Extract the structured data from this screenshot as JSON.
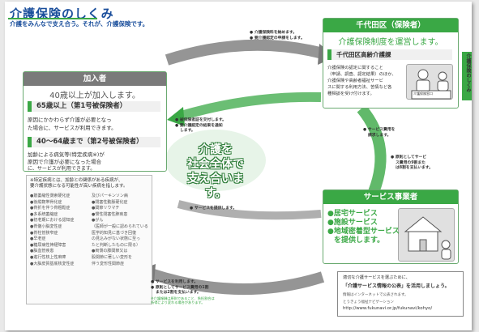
{
  "title": "介護保険のしくみ",
  "subtitle": "介護をみんなで支え合う。それが、介護保険です。",
  "side_tab": "介護保険のしくみ",
  "insured": {
    "header": "加入者",
    "lead": "40歳以上が加入します。",
    "group1_title": "65歳以上（第1号被保険者）",
    "group1_text_1": "原因にかかわらず介護が必要となっ",
    "group1_text_2": "た場合に、サービスが利用できます。",
    "group2_title": "40〜64歳まで（第2号被保険者）",
    "group2_text_1": "加齢による病気等(特定疾病※)が",
    "group2_text_2": "原因で介護が必要になった場合",
    "group2_text_3": "に、サービスが利用できます。"
  },
  "note": {
    "title_1": "※特定疾病とは、加齢との関係がある疾病が、",
    "title_2": "要介護状態になる可能性が高い疾病を指します。",
    "items": [
      "●筋萎縮性側索硬化症",
      "●後縦靭帯骨化症",
      "●骨折を伴う骨粗鬆症",
      "●多系統萎縮症",
      "●初老期における認知症",
      "●脊髄小脳変性症",
      "●脊柱管狭窄症",
      "●早老症",
      "●糖尿病性神経障害",
      "●脳血管疾患",
      "●進行性核上性麻痺",
      "●大脳皮質基底核変性症",
      "及びパーキンソン病",
      "●閉塞性動脈硬化症",
      "●関節リウマチ",
      "●慢性閉塞性肺疾患",
      "●がん",
      "（医師が一般に認められている",
      "医学的知見に基づき回復",
      "の見込みがない状態に至っ",
      "たと判断したものに限る）",
      "●両側の膝関節又は",
      "股関節に著しい変形を",
      "伴う変形性関節症"
    ]
  },
  "city": {
    "header": "千代田区（保険者）",
    "lead": "介護保険制度を運営します。",
    "bar": "千代田区高齢介護課",
    "text_1": "介護保険の認定に関すること",
    "text_2": "（申請、調査、認定結果）のほか、",
    "text_3": "介護保険や高齢者福祉サービ",
    "text_4": "スに関する利用方法、苦情など各",
    "text_5": "種相談を受け付けます。",
    "sign": "介護保険窓口"
  },
  "provider": {
    "header": "サービス事業者",
    "items": [
      "●居宅サービス",
      "●施設サービス",
      "●地域密着型サービス",
      "を提供します。"
    ]
  },
  "center": {
    "line1": "介護を",
    "line2": "社会全体で",
    "line3": "支え合います。"
  },
  "flows": {
    "top_1": "● 介護保険料を納めます。",
    "top_2": "● 要介護認定の申請をします。",
    "mid_1": "● 被保険者証を交付します。",
    "mid_2": "● 要介護認定の結果を通知",
    "mid_3": "します。",
    "right_1": "● サービス費用を",
    "right_2": "請求します。",
    "right_3": "● 原則としてサービ",
    "right_4": "ス費用の9割また",
    "right_5": "は8割を支払います。",
    "provide": "● サービスを提供します。",
    "use_1": "● サービスを利用します。",
    "use_2": "● 原則としてサービス費用の1割",
    "use_3": "または2割を支払います。",
    "use_4": "※介護報酬は原則であること、負担割合は",
    "use_5": "所得により変わる場合があります。"
  },
  "info": {
    "line1": "適切な介護サービスを選ぶために、",
    "line2": "「介護サービス情報の公表」を活用しましょう。",
    "line3": "情報はインターネットで公表されます。",
    "line4": "とうきょう福祉ナビゲーション",
    "url": "http://www.fukunavi.or.jp/fukunavi/kohyo/"
  },
  "colors": {
    "green": "#3aa845",
    "blue": "#1b4f9c",
    "grey": "#7a7a7a"
  }
}
